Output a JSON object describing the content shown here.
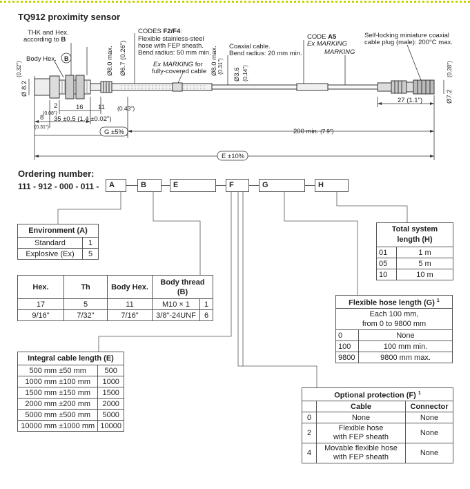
{
  "title": "TQ912 proximity sensor",
  "drawing": {
    "thk_hex": "THK and Hex.",
    "according_to": "according to ",
    "according_b": "B",
    "body_hex": "Body Hex.",
    "b_circle": "B",
    "codes_label": "CODES ",
    "codes_val": "F2/F4",
    "codes_colon": ":",
    "flex_line1": "Flexible stainless-steel",
    "flex_line2": "hose with FEP sheath.",
    "flex_line3": "Bend radius: 50 mm min.",
    "ex_marking_cov": "Ex MARKING",
    "for_label": " for",
    "fully_covered": "fully-covered cable",
    "coax_line1": "Coaxial cable.",
    "coax_line2": "Bend radius: 20 mm min.",
    "code_a5_label": "CODE ",
    "code_a5_val": "A5",
    "ex_marking": "Ex MARKING",
    "marking": "MARKING",
    "plug_line1": "Self-locking miniature coaxial",
    "plug_line2": "cable plug (male): 200°C max.",
    "d_8_2": "Ø 8.2",
    "d_8_2_in": "(0.32\")",
    "d_8_0a": "Ø8.0 max.",
    "d_6_7": "Ø6.7 (0.26\")",
    "d_8_0b": "Ø8.0 max.",
    "d_8_0b_in": "(0.31\")",
    "d_3_6": "Ø3.6",
    "d_3_6_in": "(0.14\")",
    "d_7_2": "Ø7.2",
    "d_7_2_in": "(0.28\")",
    "dim_2": "2",
    "dim_2_in": "(0.08\")",
    "dim_16": "16",
    "dim_11": "11",
    "dim_11_in": "(0.43\")",
    "dim_8": "8",
    "dim_8_in": "(0.31\")",
    "dim_35": "35 ±0.5 (1.4 ±0.02\")",
    "dim_27": "27 (1.1\")",
    "dim_g": "G ±5%",
    "dim_200": "200 min.",
    "dim_200_in": "(7.9\")",
    "dim_e": "E ±10%"
  },
  "ordering": {
    "title": "Ordering number:",
    "prefix": "111 - 912 - 000 - 011 -",
    "boxes": [
      "A",
      "B",
      "E",
      "F",
      "G",
      "H"
    ]
  },
  "environment": {
    "header": "Environment (A)",
    "rows": [
      [
        "Standard",
        "1"
      ],
      [
        "Explosive (Ex)",
        "5"
      ]
    ]
  },
  "hex_table": {
    "headers": [
      "Hex.",
      "Th",
      "Body Hex.",
      "Body thread (B)"
    ],
    "rows": [
      [
        "17",
        "5",
        "11",
        "M10 × 1",
        "1"
      ],
      [
        "9/16\"",
        "7/32\"",
        "7/16\"",
        "3/8\"-24UNF",
        "6"
      ]
    ]
  },
  "cable_length": {
    "header": "Integral cable length (E)",
    "rows": [
      [
        "500 mm ±50 mm",
        "500"
      ],
      [
        "1000 mm ±100 mm",
        "1000"
      ],
      [
        "1500 mm ±150 mm",
        "1500"
      ],
      [
        "2000 mm ±200 mm",
        "2000"
      ],
      [
        "5000 mm ±500 mm",
        "5000"
      ],
      [
        "10000 mm ±1000 mm",
        "10000"
      ]
    ]
  },
  "system_length": {
    "header_line1": "Total system",
    "header_line2": "length (H)",
    "rows": [
      [
        "01",
        "1 m"
      ],
      [
        "05",
        "5 m"
      ],
      [
        "10",
        "10 m"
      ]
    ]
  },
  "hose_length": {
    "header": "Flexible hose length (G)",
    "sup": "1",
    "note_line1": "Each 100 mm,",
    "note_line2": "from 0 to 9800 mm",
    "rows": [
      [
        "0",
        "None"
      ],
      [
        "100",
        "100 mm min."
      ],
      [
        "9800",
        "9800 mm max."
      ]
    ]
  },
  "protection": {
    "header": "Optional protection (F)",
    "sup": "1",
    "col_cable": "Cable",
    "col_connector": "Connector",
    "rows": [
      [
        "0",
        "None",
        "",
        "None"
      ],
      [
        "2",
        "Flexible hose",
        "with FEP sheath",
        "None"
      ],
      [
        "4",
        "Movable flexible hose",
        "with FEP sheath",
        "None"
      ]
    ]
  }
}
